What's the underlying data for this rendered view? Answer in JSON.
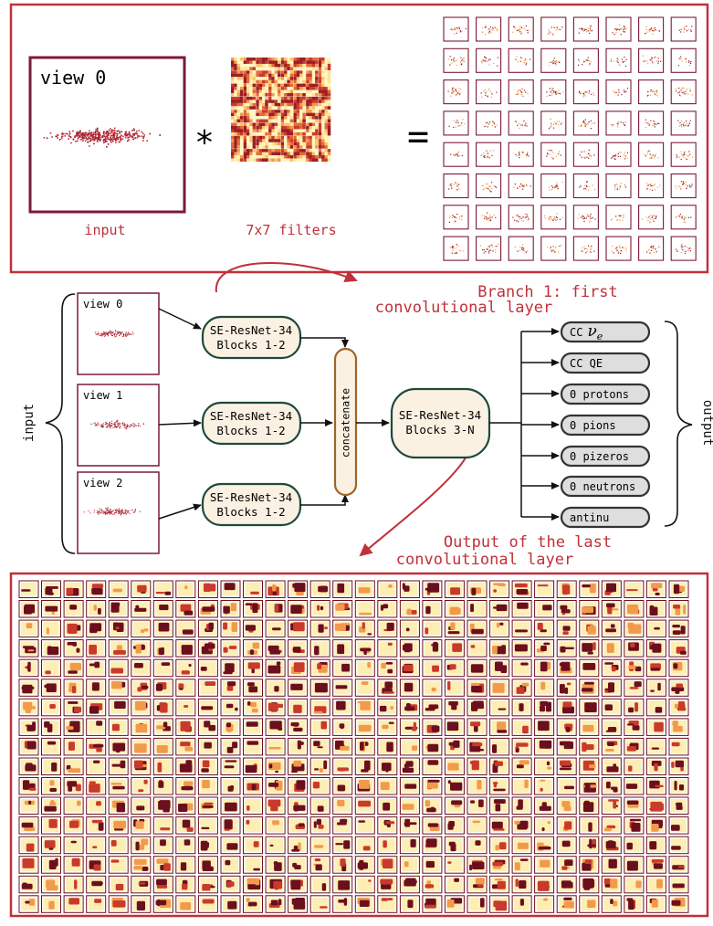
{
  "top_panel": {
    "view_label": "view 0",
    "input_caption": "input",
    "filters_caption": "7x7 filters",
    "operator_conv": "*",
    "operator_eq": "="
  },
  "annotations": {
    "branch_line1": "Branch 1: first",
    "branch_line2": "convolutional layer",
    "output_line1": "Output of the last",
    "output_line2": "convolutional layer"
  },
  "network": {
    "input_label": "input",
    "output_label": "output",
    "views": [
      "view 0",
      "view 1",
      "view 2"
    ],
    "branch_block_line1": "SE-ResNet-34",
    "branch_block_line2": "Blocks 1-2",
    "concat_label": "concatenate",
    "trunk_line1": "SE-ResNet-34",
    "trunk_line2": "Blocks 3-N",
    "outputs": [
      {
        "prefix": "CC",
        "symbol": "ν",
        "subscript": "e"
      },
      {
        "prefix": "CC QE"
      },
      {
        "prefix": "0 protons"
      },
      {
        "prefix": "0 pions"
      },
      {
        "prefix": "0 pizeros"
      },
      {
        "prefix": "0 neutrons"
      },
      {
        "prefix": "antinu"
      }
    ]
  },
  "colors": {
    "frame": "#c0303a",
    "view_border": "#7b1a36",
    "block_fill": "#fbf1e2",
    "block_border": "#1f4a3a",
    "concat_border": "#a0642a",
    "output_fill": "#dedede",
    "output_border": "#333333"
  }
}
